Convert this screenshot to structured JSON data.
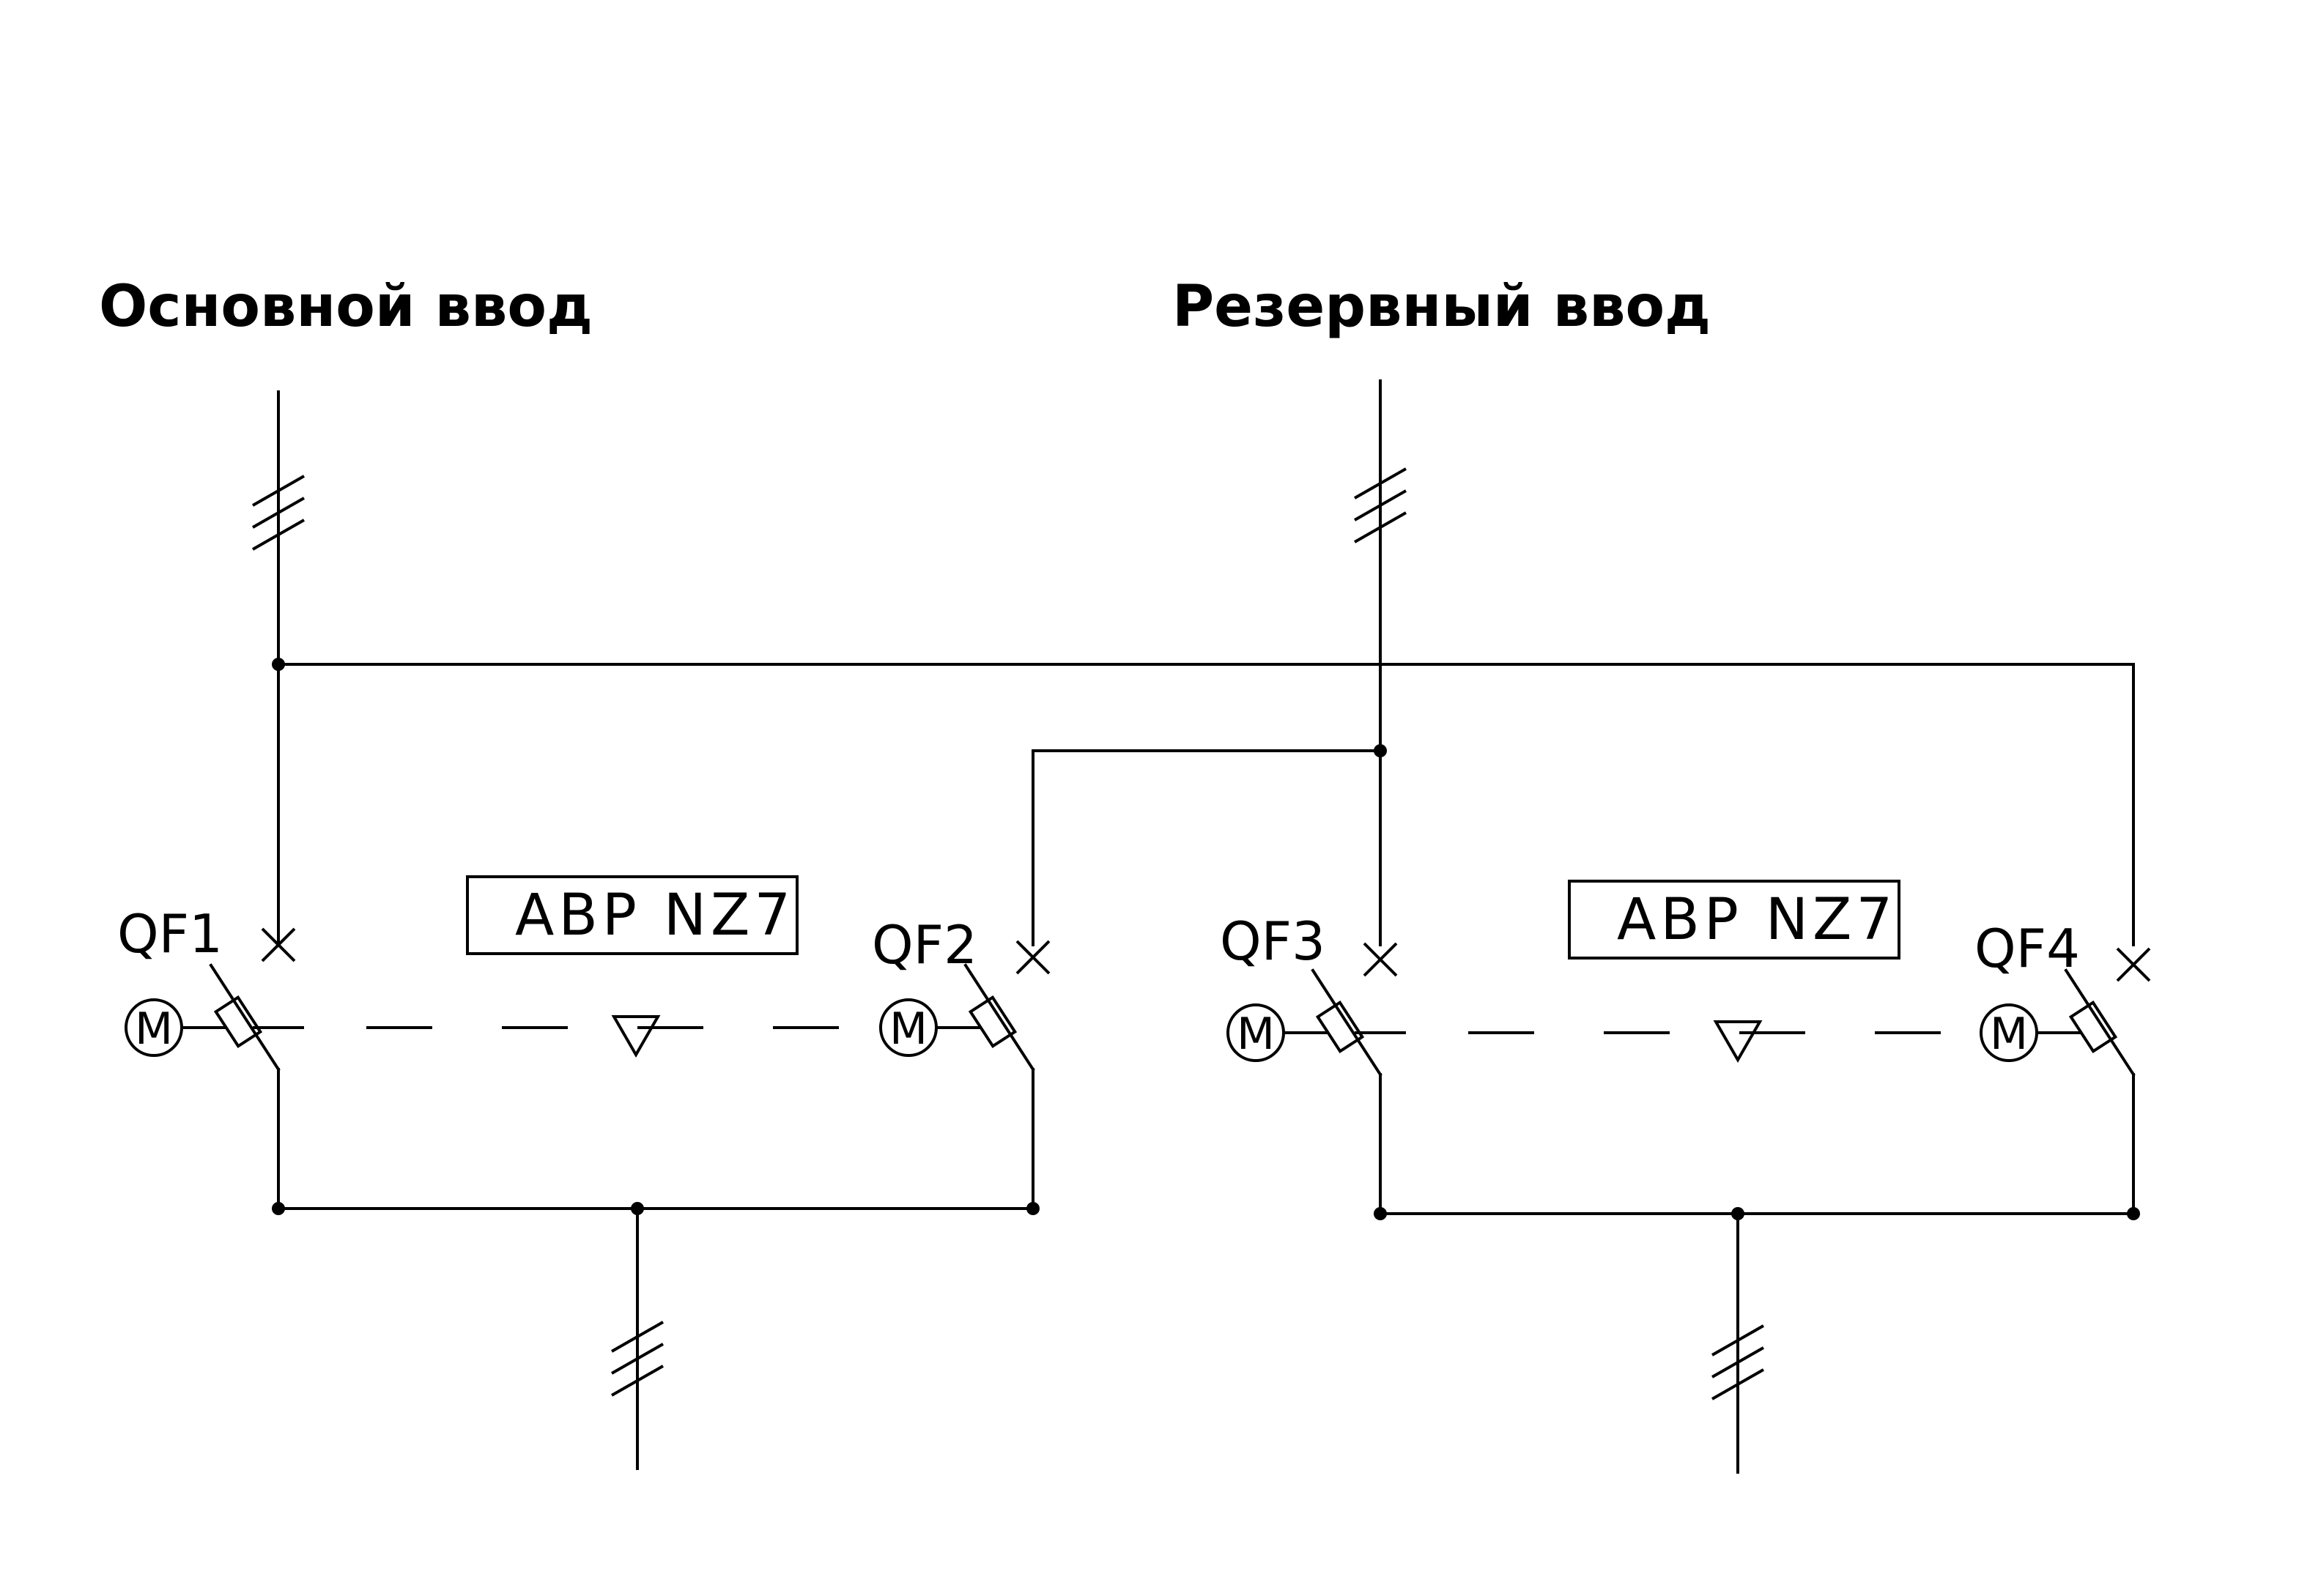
{
  "inputs": {
    "main": "Основной ввод",
    "reserve": "Резервный ввод"
  },
  "ats_units": [
    {
      "label": "ABP NZ7",
      "breakers": [
        "QF1",
        "QF2"
      ],
      "motor_symbol": "M"
    },
    {
      "label": "ABP NZ7",
      "breakers": [
        "QF3",
        "QF4"
      ],
      "motor_symbol": "M"
    }
  ],
  "phase_count": 3,
  "colors": {
    "line": "#000000",
    "background": "#ffffff"
  }
}
